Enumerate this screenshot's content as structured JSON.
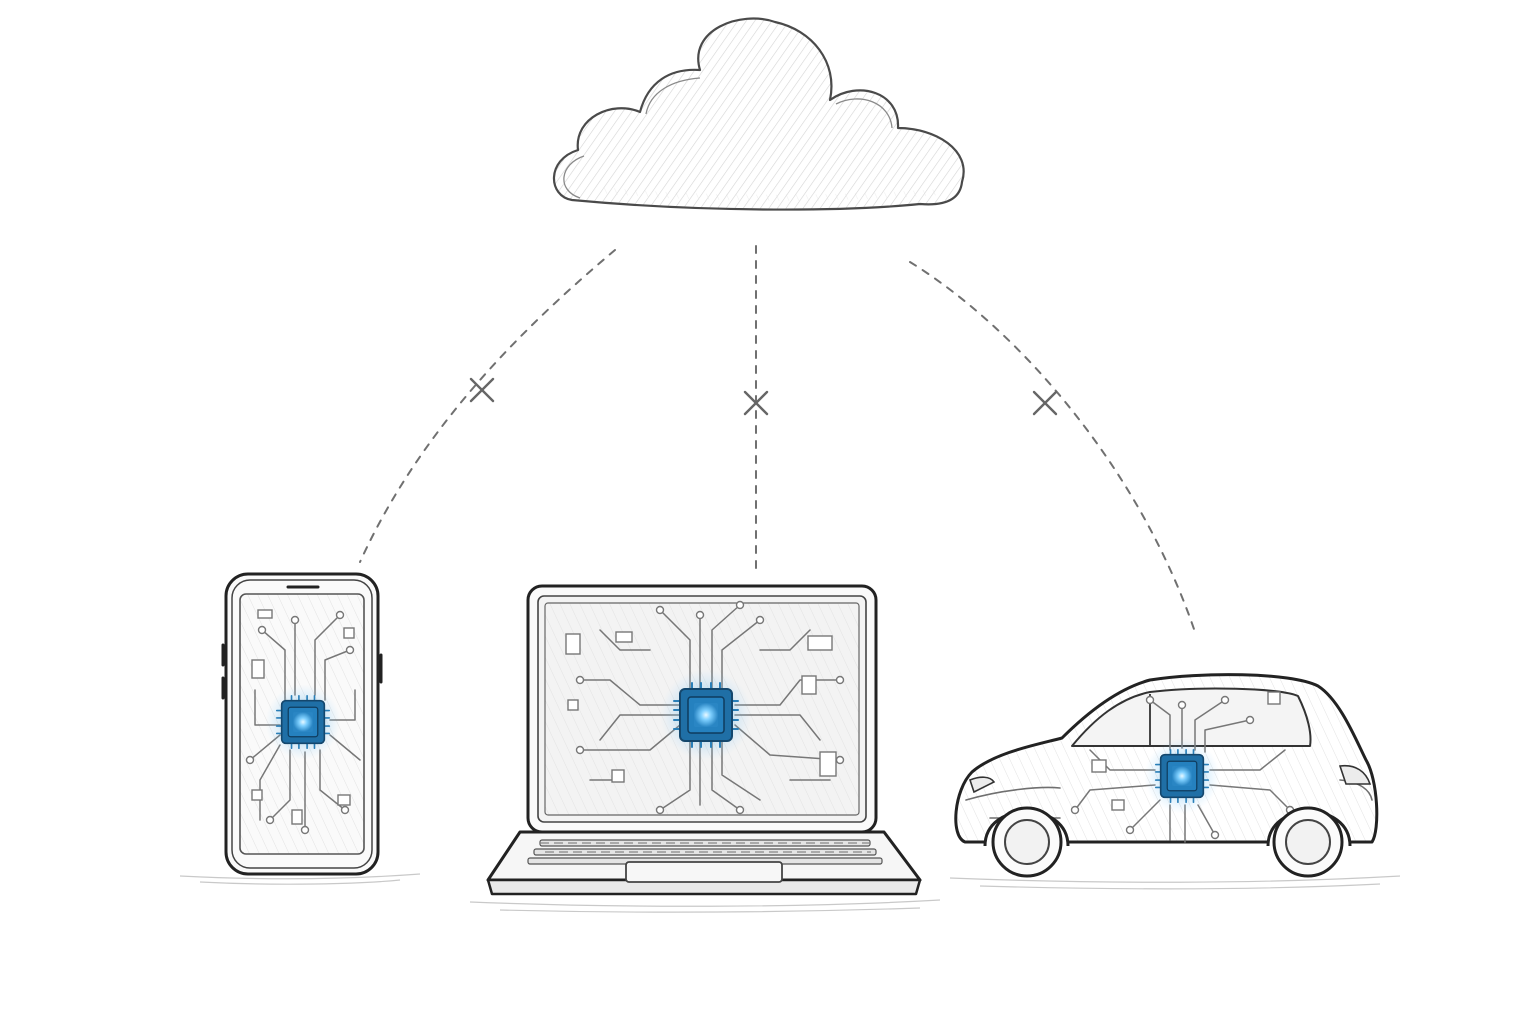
{
  "diagram": {
    "nodes": [
      {
        "id": "cloud",
        "icon": "cloud-icon"
      },
      {
        "id": "phone",
        "icon": "smartphone-icon"
      },
      {
        "id": "laptop",
        "icon": "laptop-icon"
      },
      {
        "id": "car",
        "icon": "car-icon"
      }
    ],
    "links": [
      {
        "from": "cloud",
        "to": "phone",
        "style": "dashed",
        "status": "disconnected",
        "marker": "x-icon"
      },
      {
        "from": "cloud",
        "to": "laptop",
        "style": "dashed",
        "status": "disconnected",
        "marker": "x-icon"
      },
      {
        "from": "cloud",
        "to": "car",
        "style": "dashed",
        "status": "disconnected",
        "marker": "x-icon"
      }
    ],
    "device_chip": {
      "icon": "processor-chip-icon",
      "glow_color": "#3aa0e0",
      "core_color": "#1f6fa6"
    },
    "colors": {
      "ink": "#2b2b2b",
      "sketch_fill": "#f1f1f1",
      "background": "#ffffff"
    }
  }
}
